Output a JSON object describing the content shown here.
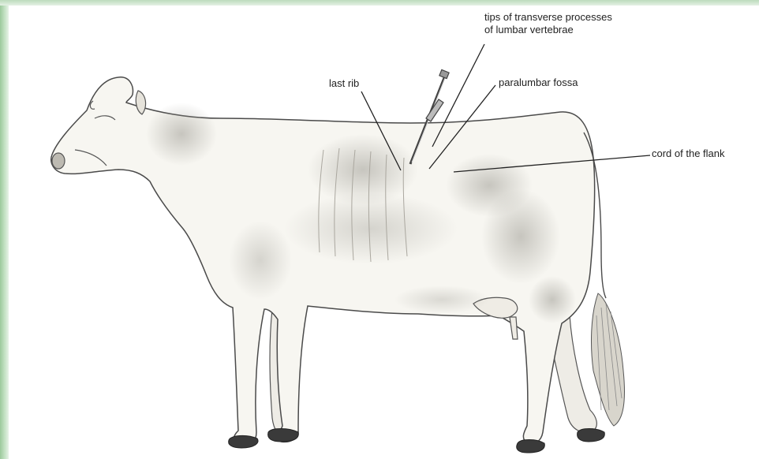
{
  "labels": {
    "tips_line1": "tips of transverse processes",
    "tips_line2": "of lumbar vertebrae",
    "last_rib": "last rib",
    "paralumbar_fossa": "paralumbar fossa",
    "cord_of_flank": "cord of the flank"
  },
  "colors": {
    "frame_green": "#9cc99c",
    "line": "#222222",
    "body_fill": "#f7f6f1",
    "shade": "#b7b5ad"
  },
  "icon": "cow-anatomy-illustration"
}
